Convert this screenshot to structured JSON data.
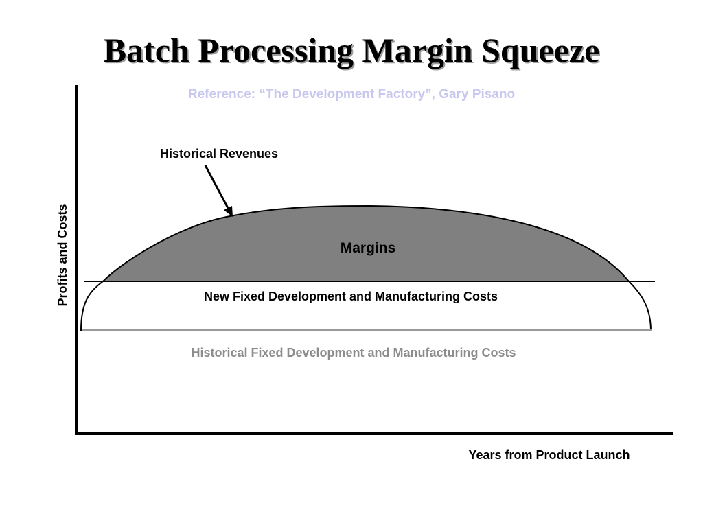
{
  "slide": {
    "title": "Batch Processing Margin Squeeze",
    "reference": "Reference: “The Development Factory”, Gary Pisano"
  },
  "diagram": {
    "y_axis_label": "Profits and Costs",
    "x_axis_label": "Years from Product Launch",
    "labels": {
      "historical_revenues": "Historical Revenues",
      "margins": "Margins",
      "new_fixed_costs": "New Fixed Development and Manufacturing Costs",
      "historical_fixed_costs": "Historical Fixed Development and Manufacturing Costs"
    },
    "colors": {
      "margin_fill": "#808080",
      "axis": "#000000",
      "reference_text": "#c8c8ee",
      "historical_costs_text": "#8c8c8c",
      "historical_costs_line": "#9a9a9a"
    }
  }
}
